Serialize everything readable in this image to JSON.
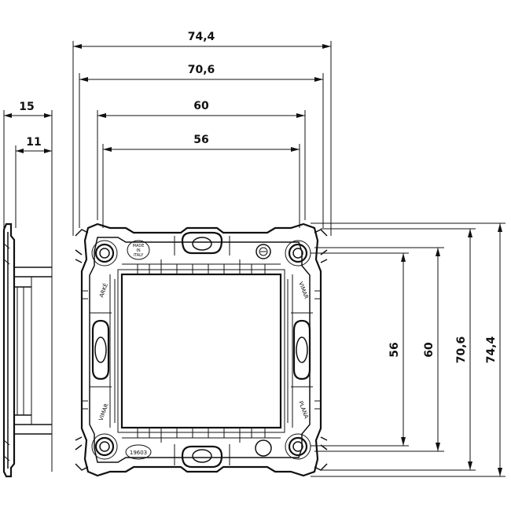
{
  "dimensions": {
    "top": [
      "74,4",
      "70,6",
      "60",
      "56"
    ],
    "right": [
      "56",
      "60",
      "70,6",
      "74,4"
    ],
    "side": [
      "15",
      "11"
    ]
  },
  "frame_marks": {
    "made_in_italy": [
      "MADE",
      "IN",
      "ITALY"
    ],
    "brand": "VIMAR",
    "code": "19603",
    "plus_mark": "ARKÉ",
    "plus_mark_2": "PLANA"
  }
}
